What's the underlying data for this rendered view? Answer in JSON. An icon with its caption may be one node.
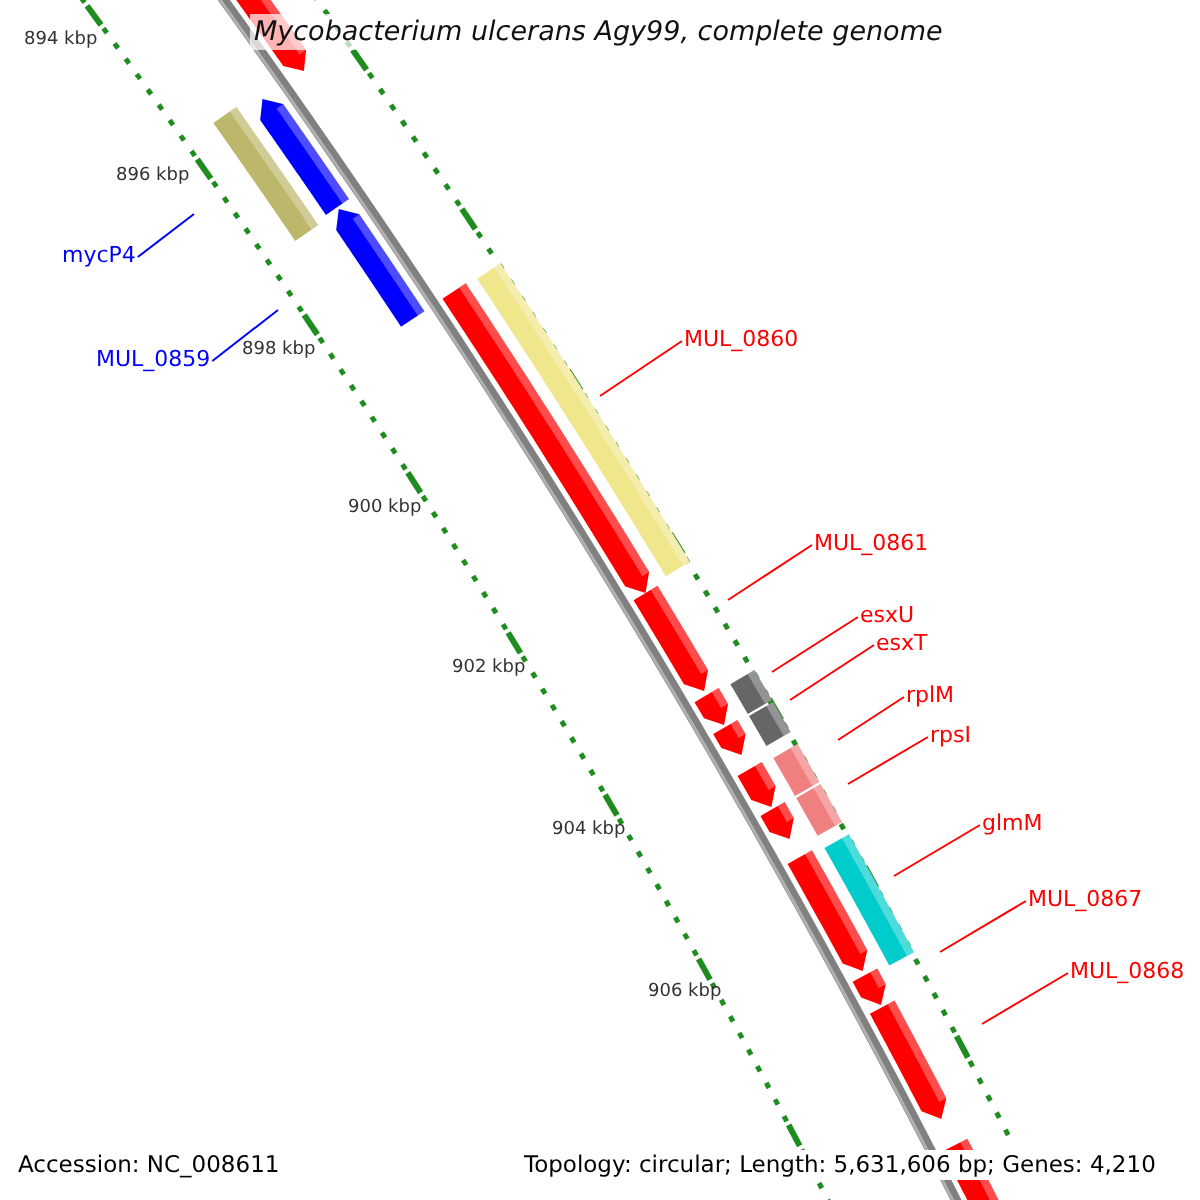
{
  "diagram": {
    "title": "Mycobacterium ulcerans Agy99, complete genome",
    "nodes": [
      {
        "text": [
          "mycP4"
        ]
      },
      {
        "text": [
          "MUL_0859"
        ]
      },
      {
        "text": [
          "MUL_0860"
        ]
      },
      {
        "text": [
          "MUL_0861"
        ]
      },
      {
        "text": [
          "esxU"
        ]
      },
      {
        "text": [
          "esxT"
        ]
      },
      {
        "text": [
          "rplM"
        ]
      },
      {
        "text": [
          "rpsI"
        ]
      },
      {
        "text": [
          "glmM"
        ]
      },
      {
        "text": [
          "MUL_0867"
        ]
      },
      {
        "text": [
          "MUL_0868"
        ]
      }
    ],
    "edges": [
      {
        "from": 0,
        "to": null,
        "arrow": "none",
        "color": "#0000ff"
      },
      {
        "from": 1,
        "to": null,
        "arrow": "none",
        "color": "#0000ff"
      },
      {
        "from": 2,
        "to": null,
        "arrow": "none"
      },
      {
        "from": 3,
        "to": null,
        "arrow": "none"
      },
      {
        "from": 4,
        "to": null,
        "arrow": "none"
      },
      {
        "from": 5,
        "to": null,
        "arrow": "none"
      },
      {
        "from": 6,
        "to": null,
        "arrow": "none"
      },
      {
        "from": 7,
        "to": null,
        "arrow": "none"
      },
      {
        "from": 8,
        "to": null,
        "arrow": "none"
      },
      {
        "from": 9,
        "to": null,
        "arrow": "none"
      },
      {
        "from": 10,
        "to": null,
        "arrow": "none"
      }
    ],
    "labels": [
      "894 kbp",
      "896 kbp",
      "898 kbp",
      "900 kbp",
      "902 kbp",
      "904 kbp",
      "906 kbp",
      "Accession: NC_008611",
      "Topology: circular; Length: 5,631,606 bp; Genes: 4,210"
    ]
  }
}
